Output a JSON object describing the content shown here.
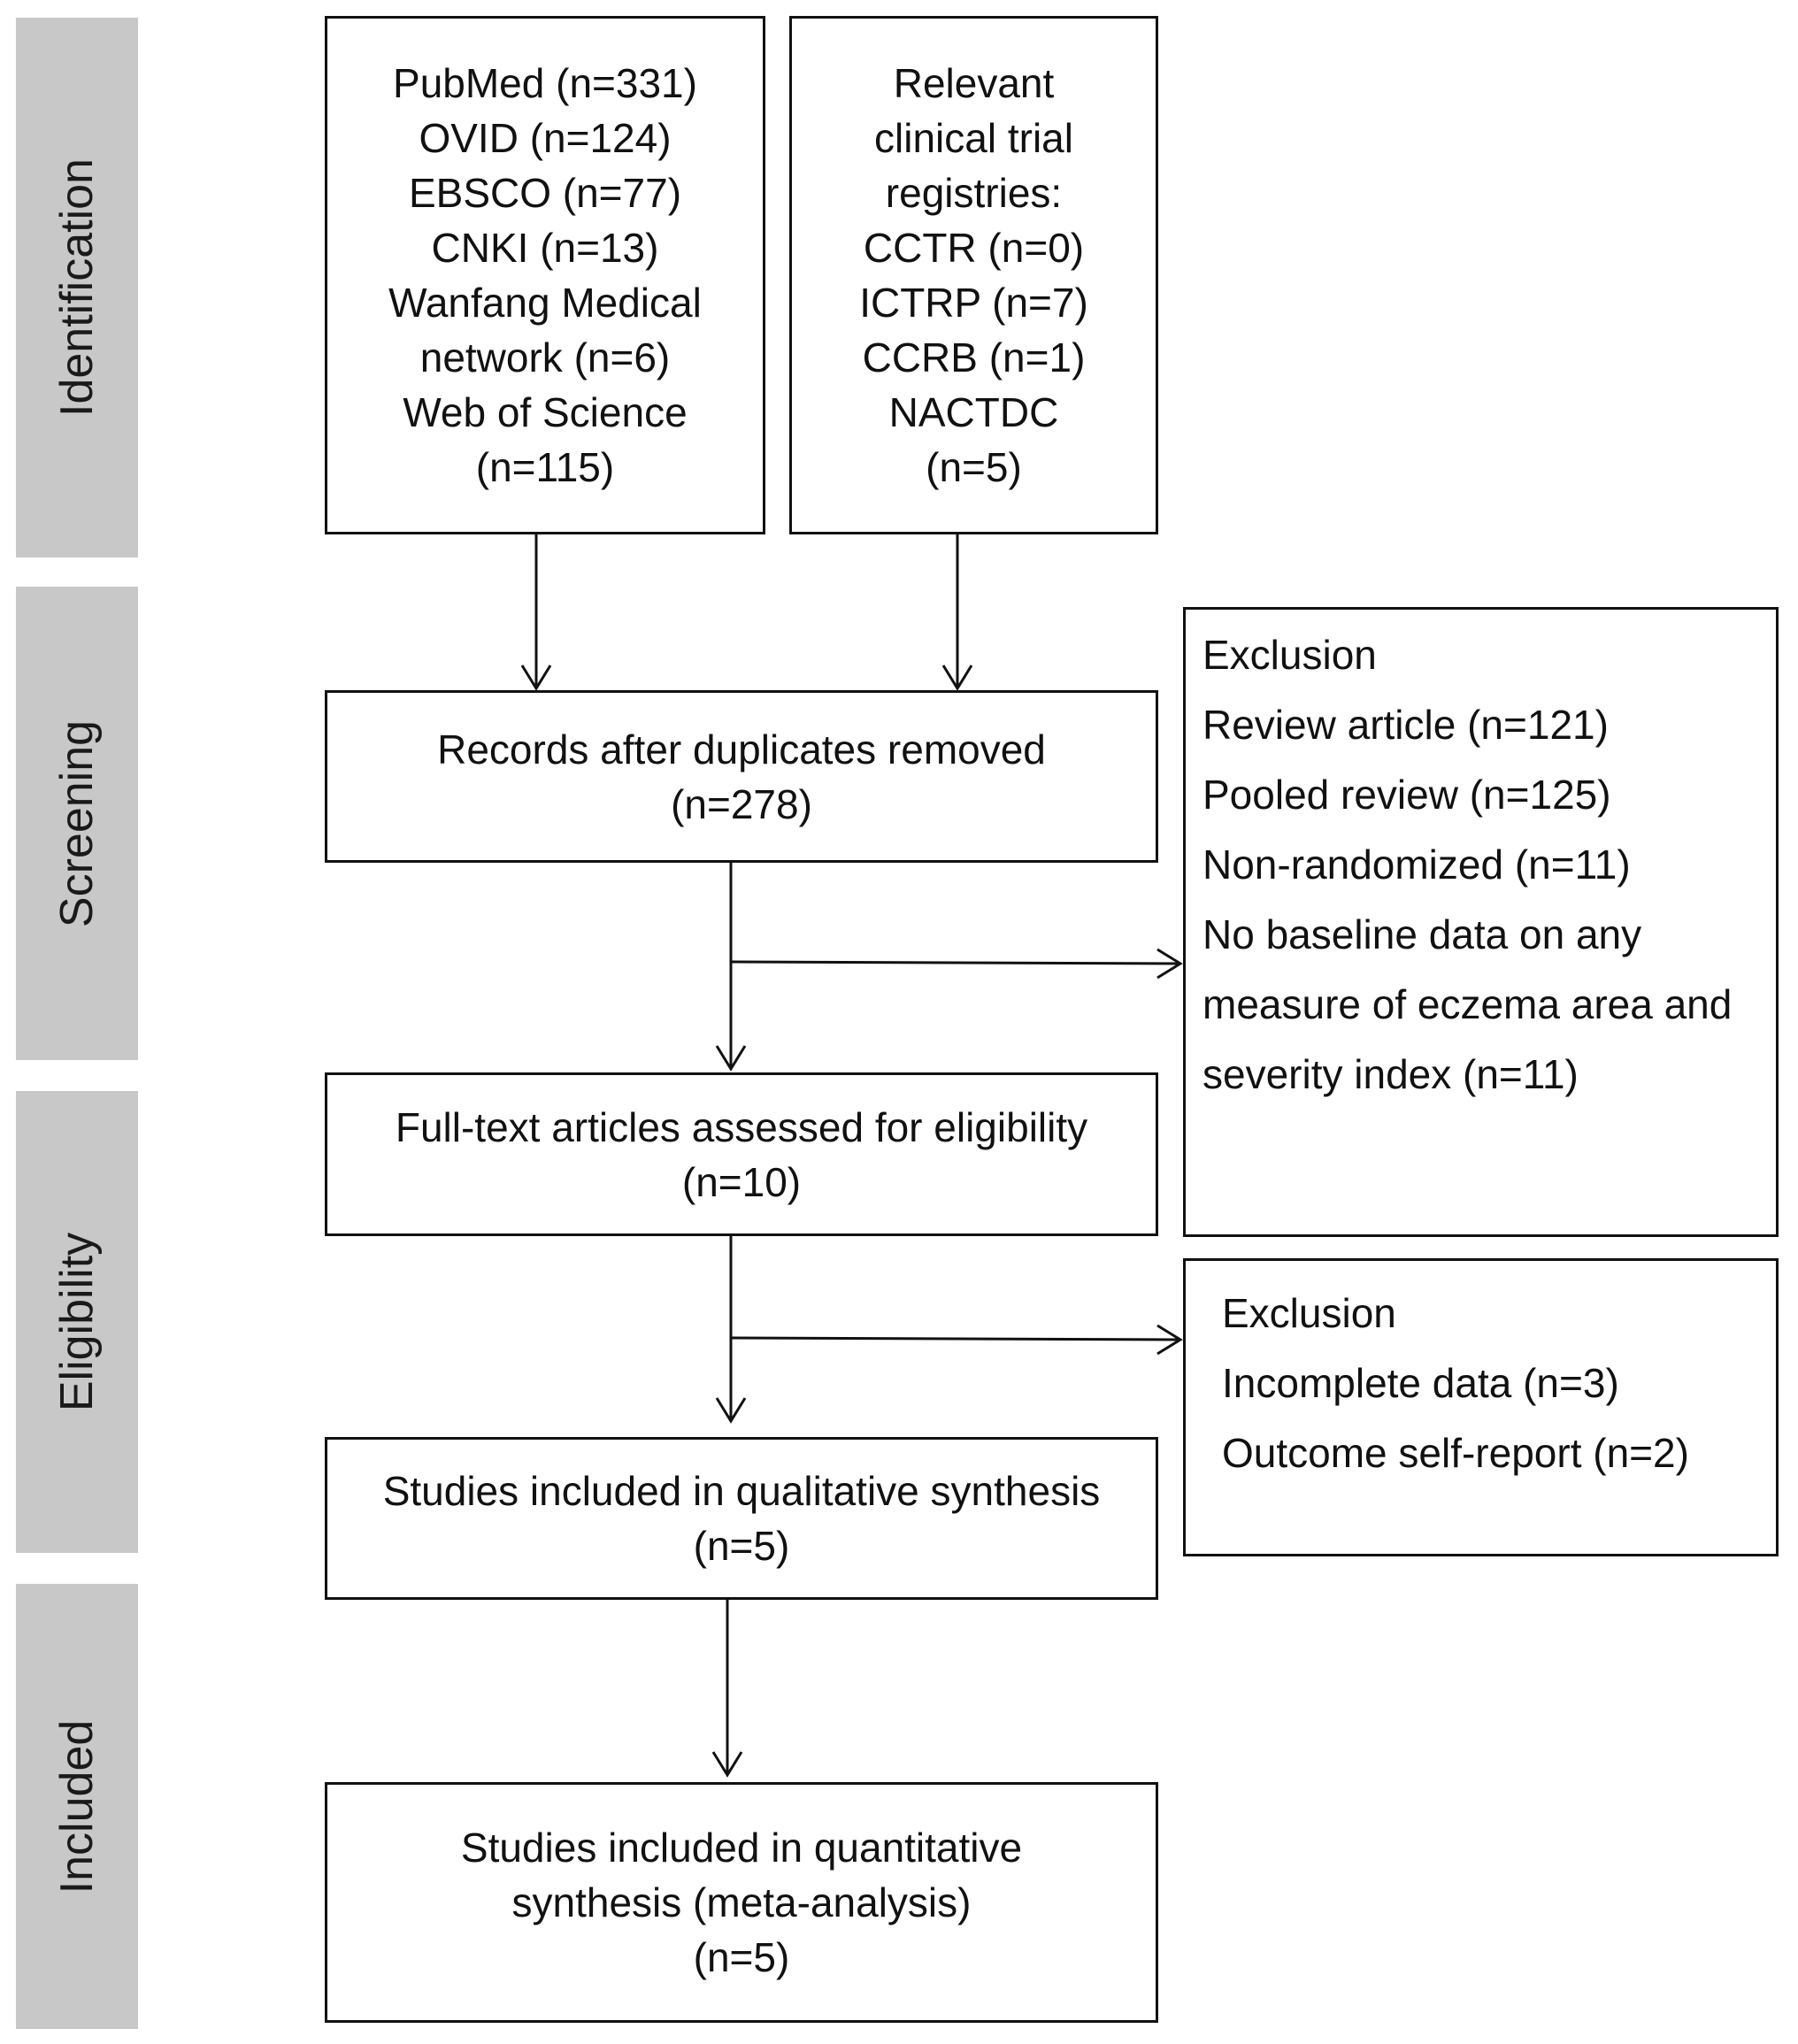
{
  "stages": [
    "Identification",
    "Screening",
    "Eligibility",
    "Included"
  ],
  "identification": {
    "databases": [
      "PubMed (n=331)",
      "OVID (n=124)",
      "EBSCO (n=77)",
      "CNKI (n=13)",
      "Wanfang Medical",
      "network (n=6)",
      "Web of Science",
      "(n=115)"
    ],
    "registries": [
      "Relevant",
      "clinical trial",
      "registries:",
      "CCTR (n=0)",
      "ICTRP (n=7)",
      "CCRB (n=1)",
      "NACTDC",
      "(n=5)"
    ]
  },
  "screening": {
    "records": [
      "Records after duplicates removed",
      "(n=278)"
    ],
    "exclusion": [
      "Exclusion",
      "Review article (n=121)",
      "Pooled review (n=125)",
      "Non-randomized (n=11)",
      "No baseline data on any",
      "measure of eczema area and",
      "severity index (n=11)"
    ]
  },
  "eligibility": {
    "fulltext": [
      "Full-text articles assessed for eligibility",
      "(n=10)"
    ],
    "exclusion": [
      "Exclusion",
      "Incomplete data (n=3)",
      "Outcome self-report (n=2)"
    ]
  },
  "included": {
    "qualitative": [
      "Studies included in qualitative synthesis",
      "(n=5)"
    ],
    "quantitative": [
      "Studies included in quantitative",
      "synthesis (meta-analysis)",
      "(n=5)"
    ]
  }
}
